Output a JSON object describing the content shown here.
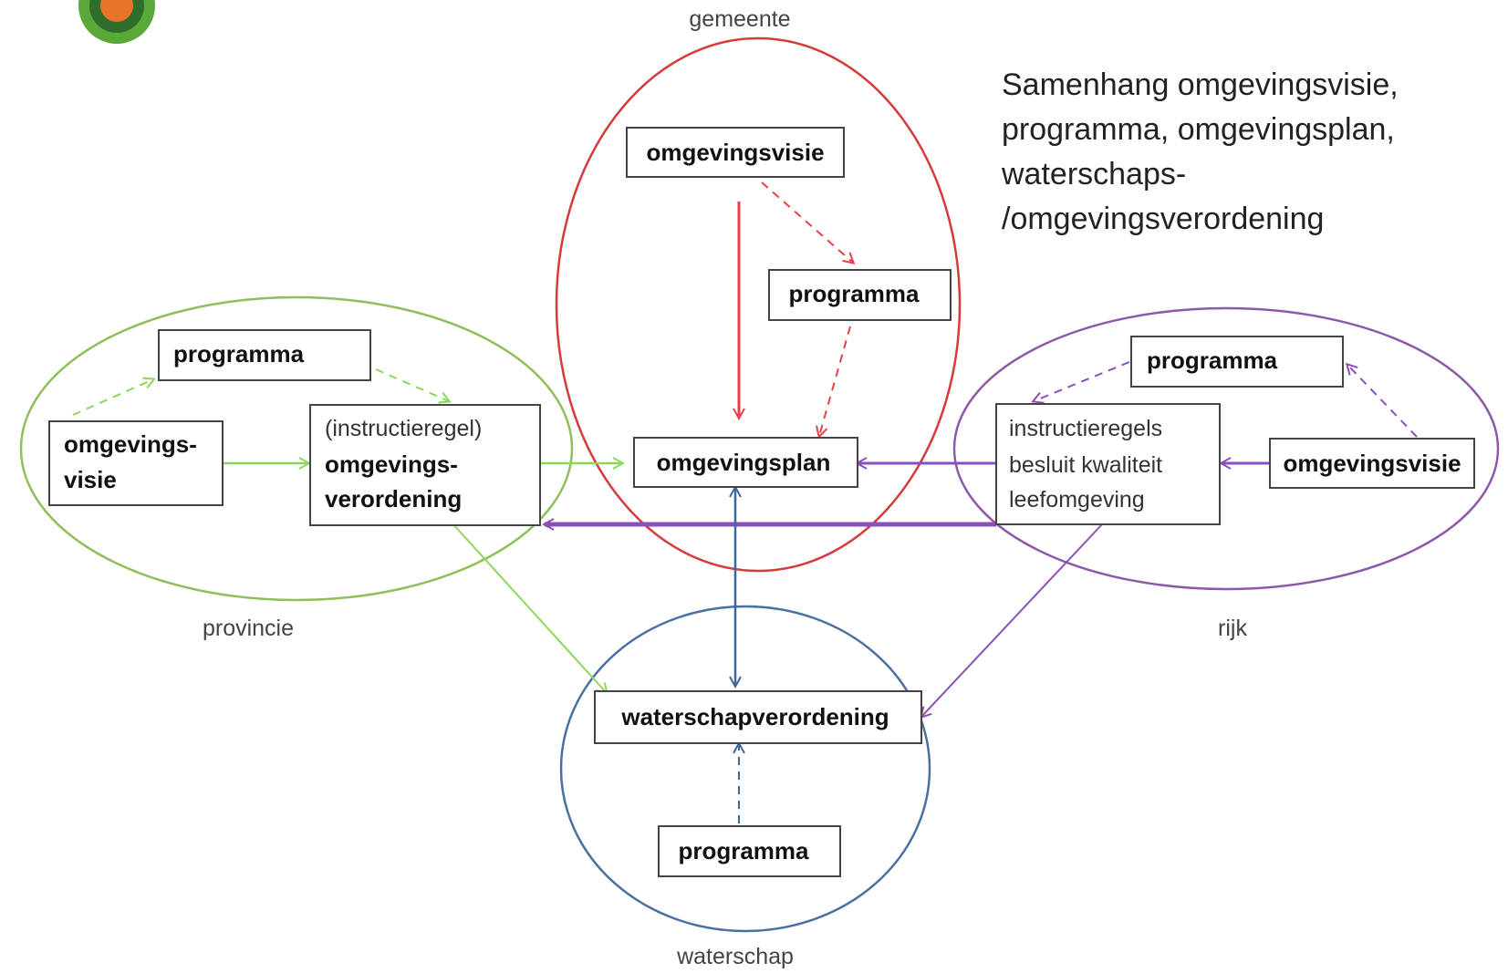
{
  "title": {
    "lines": [
      "Samenhang omgevingsvisie,",
      "programma, omgevingsplan,",
      "waterschaps-",
      "/omgevingsverordening"
    ]
  },
  "groups": {
    "gemeente": {
      "label": "gemeente",
      "color": "#d63a3a",
      "boxes": {
        "omgevingsvisie": "omgevingsvisie",
        "programma": "programma",
        "omgevingsplan": "omgevingsplan"
      }
    },
    "provincie": {
      "label": "provincie",
      "color": "#8fbf5a",
      "boxes": {
        "programma": "programma",
        "omgevingsvisie_line1": "omgevings-",
        "omgevingsvisie_line2": "visie",
        "verordening_line1": "(instructieregel)",
        "verordening_line2": "omgevings-",
        "verordening_line3": "verordening"
      }
    },
    "rijk": {
      "label": "rijk",
      "color": "#8e5aa8",
      "boxes": {
        "programma": "programma",
        "omgevingsvisie": "omgevingsvisie",
        "instructieregels_line1": "instructieregels",
        "instructieregels_line2": "besluit kwaliteit",
        "instructieregels_line3": "leefomgeving"
      }
    },
    "waterschap": {
      "label": "waterschap",
      "color": "#4a6fa0",
      "boxes": {
        "waterschapverordening": "waterschapverordening",
        "programma": "programma"
      }
    }
  },
  "colors": {
    "gemeente_arrow": "#e8404a",
    "provincie_arrow": "#8ed65a",
    "rijk_arrow": "#8a4fb8",
    "waterschap_arrow": "#3f6796",
    "logo_outer": "#5aa83a",
    "logo_inner": "#e8742a"
  },
  "icons": {
    "logo": "logo-icon"
  }
}
